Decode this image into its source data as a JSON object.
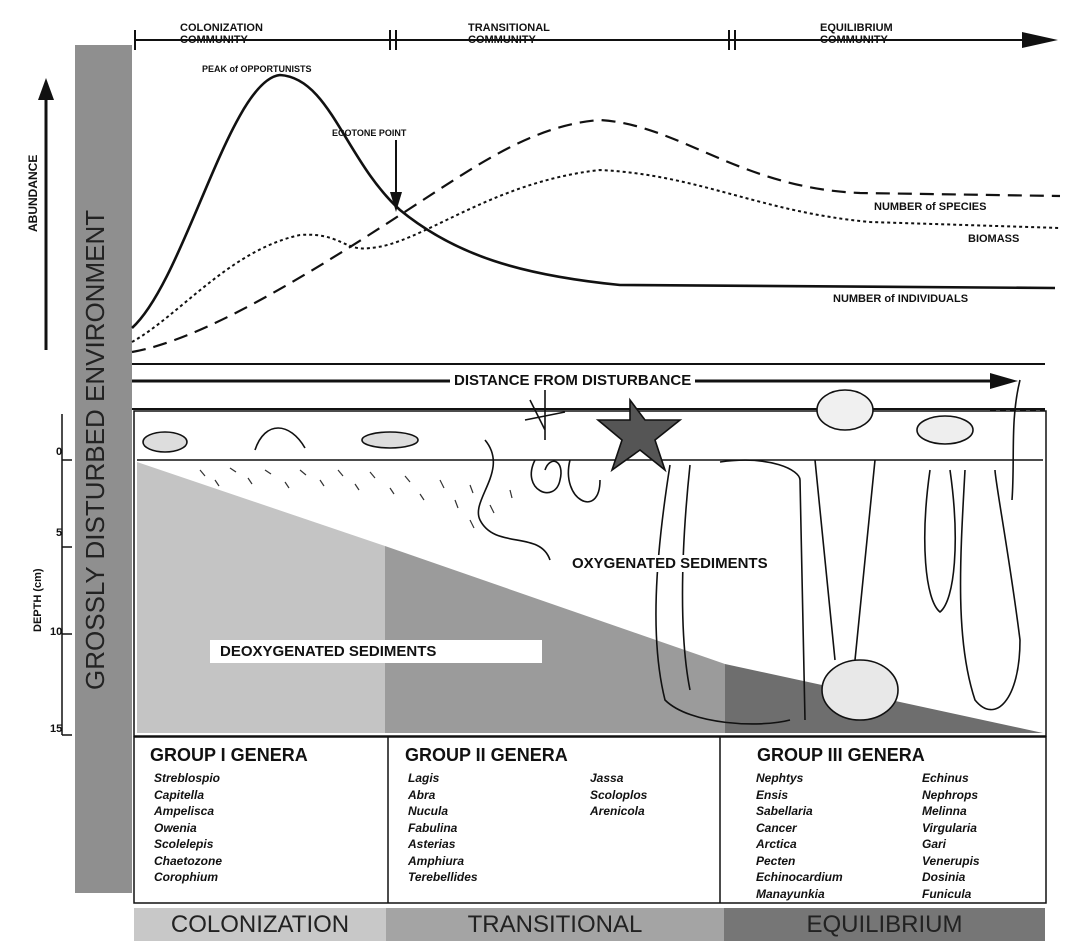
{
  "community_phases": [
    "COLONIZATION\nCOMMUNITY",
    "TRANSITIONAL\nCOMMUNITY",
    "EQUILIBRIUM\nCOMMUNITY"
  ],
  "labels": {
    "peak": "PEAK of OPPORTUNISTS",
    "ecotone": "ECOTONE POINT",
    "species": "NUMBER of SPECIES",
    "biomass": "BIOMASS",
    "individuals": "NUMBER of INDIVIDUALS",
    "abundance": "ABUNDANCE",
    "distance": "DISTANCE FROM DISTURBANCE",
    "environment": "GROSSLY  DISTURBED  ENVIRONMENT",
    "depth_axis": "DEPTH (cm)",
    "oxygenated": "OXYGENATED SEDIMENTS",
    "deoxygenated": "DEOXYGENATED SEDIMENTS"
  },
  "depth_ticks": [
    "0",
    "5",
    "10",
    "15"
  ],
  "groups": [
    {
      "title": "GROUP I GENERA",
      "col1": [
        "Streblospio",
        "Capitella",
        "Ampelisca",
        "Owenia",
        "Scolelepis",
        "Chaetozone",
        "Corophium"
      ],
      "col2": []
    },
    {
      "title": "GROUP II GENERA",
      "col1": [
        "Lagis",
        "Abra",
        "Nucula",
        "Fabulina",
        "Asterias",
        "Amphiura",
        "Terebellides"
      ],
      "col2": [
        "Jassa",
        "Scoloplos",
        "Arenicola"
      ]
    },
    {
      "title": "GROUP III GENERA",
      "col1": [
        "Nephtys",
        "Ensis",
        "Sabellaria",
        "Cancer",
        "Arctica",
        "Pecten",
        "Echinocardium",
        "Manayunkia"
      ],
      "col2": [
        "Echinus",
        "Nephrops",
        "Melinna",
        "Virgularia",
        "Gari",
        "Venerupis",
        "Dosinia",
        "Funicula"
      ]
    }
  ],
  "footer": [
    "COLONIZATION",
    "TRANSITIONAL",
    "EQUILIBRIUM"
  ]
}
